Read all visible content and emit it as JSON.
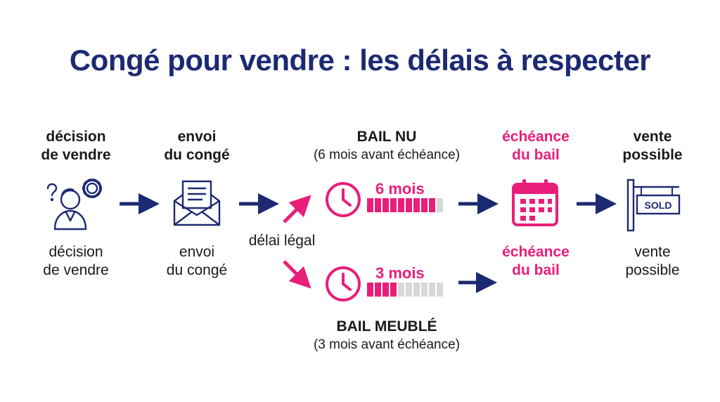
{
  "title": "Congé pour vendre : les délais à respecter",
  "steps": {
    "decision": {
      "top_label": [
        "décision",
        "de vendre"
      ],
      "bottom_label": [
        "décision",
        "de vendre"
      ],
      "icon": "person-thinking-gear-icon"
    },
    "envoi": {
      "top_label": [
        "envoi",
        "du congé"
      ],
      "bottom_label": [
        "envoi",
        "du congé"
      ],
      "icon": "envelope-letter-icon"
    },
    "delai": {
      "label": "délai légal"
    },
    "echeance": {
      "top_label": [
        "échéance",
        "du bail"
      ],
      "bottom_label": [
        "échéance",
        "du bail"
      ],
      "icon": "calendar-icon"
    },
    "vente": {
      "top_label": [
        "vente",
        "possible"
      ],
      "bottom_label": [
        "vente",
        "possible"
      ],
      "icon": "sold-sign-icon",
      "sign_text": "SOLD"
    }
  },
  "bail_nu": {
    "heading": "BAIL NU",
    "subheading": "(6 mois avant échéance)",
    "duration": "6 mois",
    "segments_total": 10,
    "segments_filled": 9
  },
  "bail_meuble": {
    "heading": "BAIL MEUBLÉ",
    "subheading": "(3 mois avant échéance)",
    "duration": "3 mois",
    "segments_total": 10,
    "segments_filled": 4
  },
  "colors": {
    "navy": "#1c2a73",
    "pink": "#e91e7a",
    "gray": "#d8d8d8"
  }
}
